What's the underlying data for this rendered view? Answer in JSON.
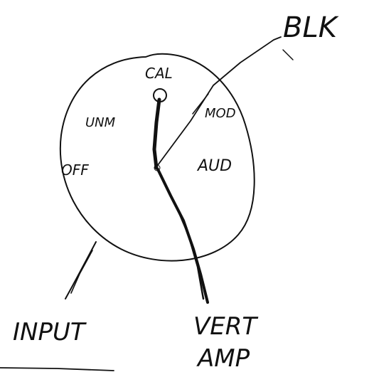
{
  "labels": {
    "blk": "BLK",
    "cal": "CAL",
    "unm": "UNM",
    "mod": "MOD",
    "off": "OFF",
    "aud": "AUD",
    "input": "INPUT",
    "vert": "VERT",
    "amp": "AMP"
  },
  "colors": {
    "ink": "#111111",
    "paper": "#ffffff"
  }
}
